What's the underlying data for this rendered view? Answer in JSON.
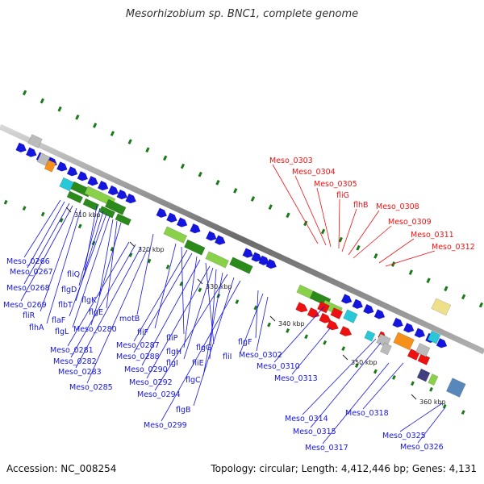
{
  "title": "Mesorhizobium sp. BNC1, complete genome",
  "footer": {
    "accession": "Accession: NC_008254",
    "summary": "Topology: circular; Length: 4,412,446 bp; Genes: 4,131"
  },
  "ticks": [
    "310 kbp",
    "320 kbp",
    "330 kbp",
    "340 kbp",
    "350 kbp",
    "360 kbp"
  ],
  "labels_blue": [
    "Meso_0266",
    "Meso_0267",
    "Meso_0268",
    "Meso_0269",
    "fliR",
    "flhA",
    "fliQ",
    "flgD",
    "flbT",
    "flaF",
    "flgL",
    "flgK",
    "flgE",
    "Meso_0280",
    "motB",
    "Meso_0281",
    "Meso_0282",
    "Meso_0283",
    "Meso_0285",
    "fliF",
    "fliP",
    "Meso_0287",
    "Meso_0288",
    "flgH",
    "Meso_0290",
    "flgG",
    "Meso_0292",
    "flgI",
    "fliE",
    "flgC",
    "Meso_0294",
    "flgB",
    "Meso_0299",
    "flgF",
    "fliI",
    "Meso_0302",
    "Meso_0310",
    "Meso_0313",
    "Meso_0314",
    "Meso_0315",
    "Meso_0317",
    "Meso_0318",
    "Meso_0325",
    "Meso_0326"
  ],
  "labels_red": [
    "Meso_0303",
    "Meso_0304",
    "Meso_0305",
    "fliG",
    "flhB",
    "Meso_0308",
    "Meso_0309",
    "Meso_0311",
    "Meso_0312"
  ],
  "colors": {
    "backbone": "#888888",
    "gene_blue": "#1515e0",
    "gene_red": "#ee1111",
    "gene_green_dark": "#2a8a1a",
    "gene_green_light": "#8ad14a",
    "gene_cyan": "#28c8d8",
    "gene_orange": "#f5901a",
    "gene_gray": "#bbbbbb",
    "gene_yellow": "#eee08a",
    "gene_purple": "#404080",
    "dot_green": "#1a7a1a"
  }
}
